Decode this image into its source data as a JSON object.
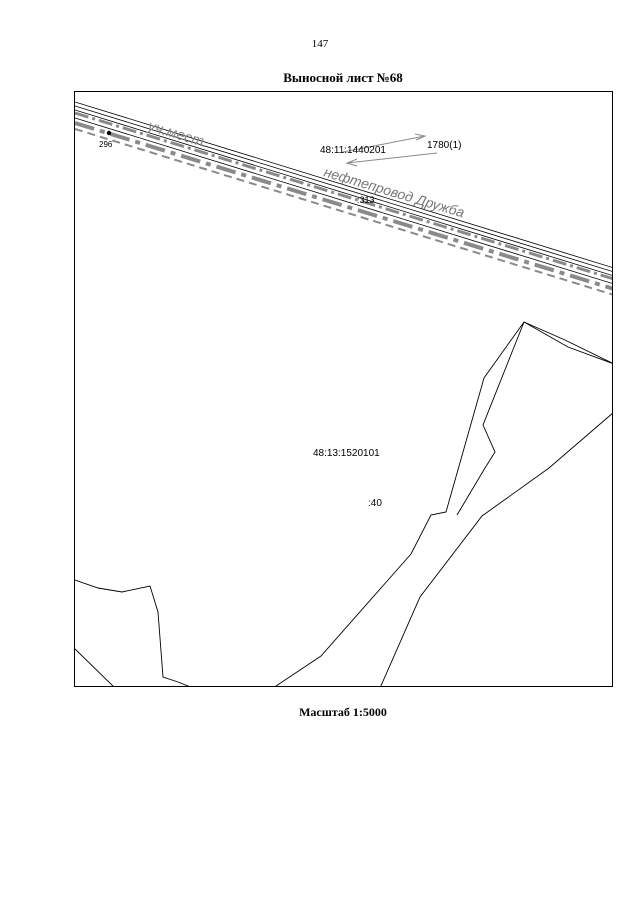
{
  "page": {
    "number": "147"
  },
  "sheet": {
    "title": "Выносной лист №68",
    "scale": "Масштаб 1:5000"
  },
  "map": {
    "labels": {
      "point_296": "296",
      "parcel_top": "48:11:1440201",
      "contour_1780": "1780(1)",
      "parcel_main": "48:13:1520101",
      "parcel_40": ":40",
      "sub_313": ":313",
      "pipeline": "нефтепровод Дружба",
      "corridor": "уч.мест."
    },
    "colors": {
      "line": "#000000",
      "hatch": "#8a8a8a",
      "text_gray": "#777777"
    }
  }
}
